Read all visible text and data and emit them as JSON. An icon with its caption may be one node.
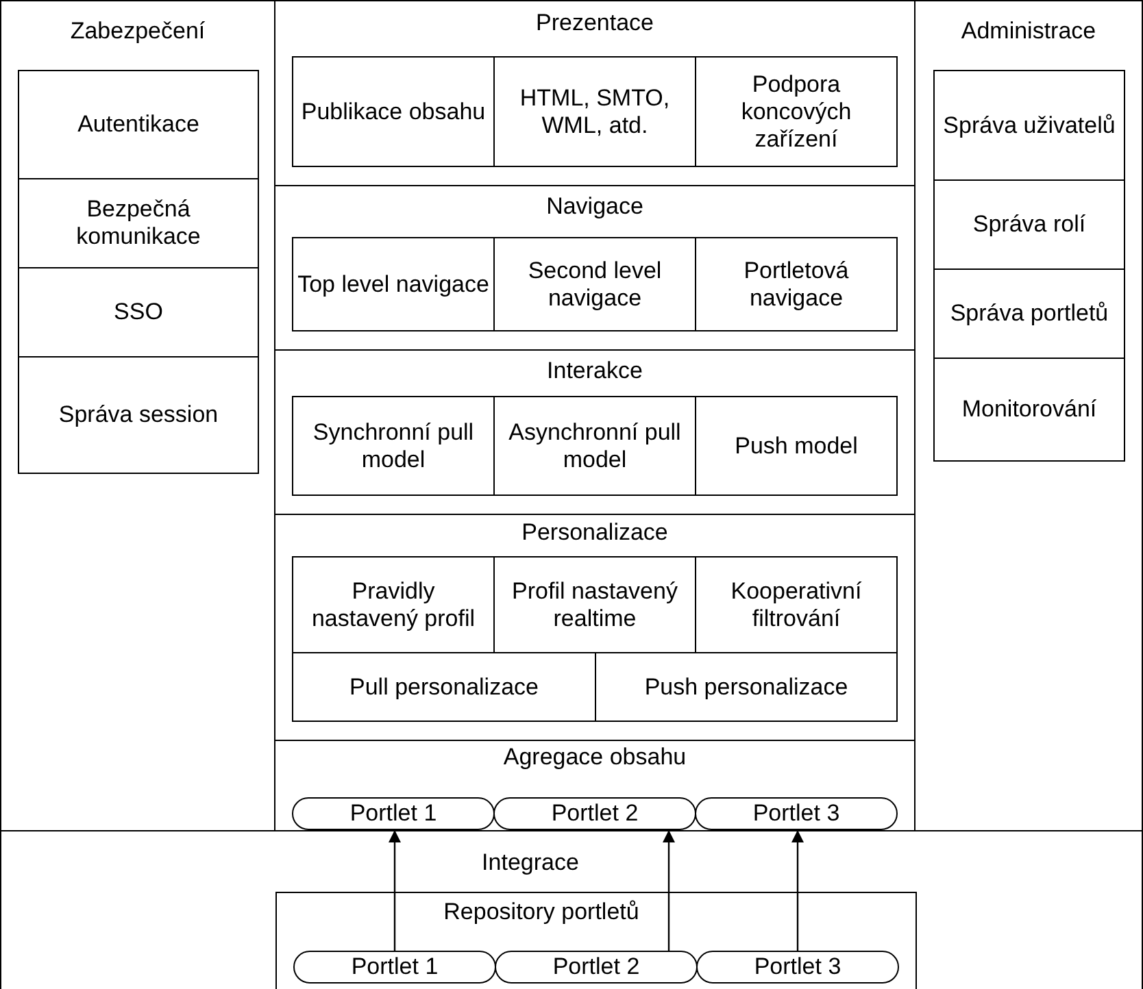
{
  "diagram": {
    "nodes": [
      {
        "text": [
          "Zabezpečení"
        ]
      },
      {
        "text": [
          "Autentikace"
        ],
        "in": 0
      },
      {
        "text": [
          "Bezpečná komunikace"
        ],
        "in": 0
      },
      {
        "text": [
          "SSO"
        ],
        "in": 0
      },
      {
        "text": [
          "Správa session"
        ],
        "in": 0
      },
      {
        "text": [
          "Prezentace"
        ]
      },
      {
        "text": [
          "Publikace obsahu"
        ],
        "in": 5
      },
      {
        "text": [
          "HTML, SMTO, WML, atd."
        ],
        "in": 5
      },
      {
        "text": [
          "Podpora koncových zařízení"
        ],
        "in": 5
      },
      {
        "text": [
          "Navigace"
        ]
      },
      {
        "text": [
          "Top level navigace"
        ],
        "in": 9
      },
      {
        "text": [
          "Second level navigace"
        ],
        "in": 9
      },
      {
        "text": [
          "Portletová navigace"
        ],
        "in": 9
      },
      {
        "text": [
          "Interakce"
        ]
      },
      {
        "text": [
          "Synchronní pull model"
        ],
        "in": 13
      },
      {
        "text": [
          "Asynchronní pull model"
        ],
        "in": 13
      },
      {
        "text": [
          "Push model"
        ],
        "in": 13
      },
      {
        "text": [
          "Personalizace"
        ]
      },
      {
        "text": [
          "Pravidly nastavený profil"
        ],
        "in": 17
      },
      {
        "text": [
          "Profil nastavený realtime"
        ],
        "in": 17
      },
      {
        "text": [
          "Kooperativní filtrování"
        ],
        "in": 17
      },
      {
        "text": [
          "Pull personalizace"
        ],
        "in": 17
      },
      {
        "text": [
          "Push personalizace"
        ],
        "in": 17
      },
      {
        "text": [
          "Agregace obsahu"
        ]
      },
      {
        "text": [
          "Portlet 1"
        ],
        "in": 23
      },
      {
        "text": [
          "Portlet 2"
        ],
        "in": 23
      },
      {
        "text": [
          "Portlet 3"
        ],
        "in": 23
      },
      {
        "text": [
          "Administrace"
        ]
      },
      {
        "text": [
          "Správa uživatelů"
        ],
        "in": 27
      },
      {
        "text": [
          "Správa rolí"
        ],
        "in": 27
      },
      {
        "text": [
          "Správa portletů"
        ],
        "in": 27
      },
      {
        "text": [
          "Monitorování"
        ],
        "in": 27
      },
      {
        "text": [
          "Integrace"
        ]
      },
      {
        "text": [
          "Repository portletů"
        ],
        "in": 32
      },
      {
        "text": [
          "Portlet 1"
        ],
        "in": 33
      },
      {
        "text": [
          "Portlet 2"
        ],
        "in": 33
      },
      {
        "text": [
          "Portlet 3"
        ],
        "in": 33
      }
    ],
    "edges": [
      {
        "from": 34,
        "to": 24,
        "arrow": "to"
      },
      {
        "from": 35,
        "to": 25,
        "arrow": "to"
      },
      {
        "from": 36,
        "to": 26,
        "arrow": "to"
      }
    ]
  }
}
